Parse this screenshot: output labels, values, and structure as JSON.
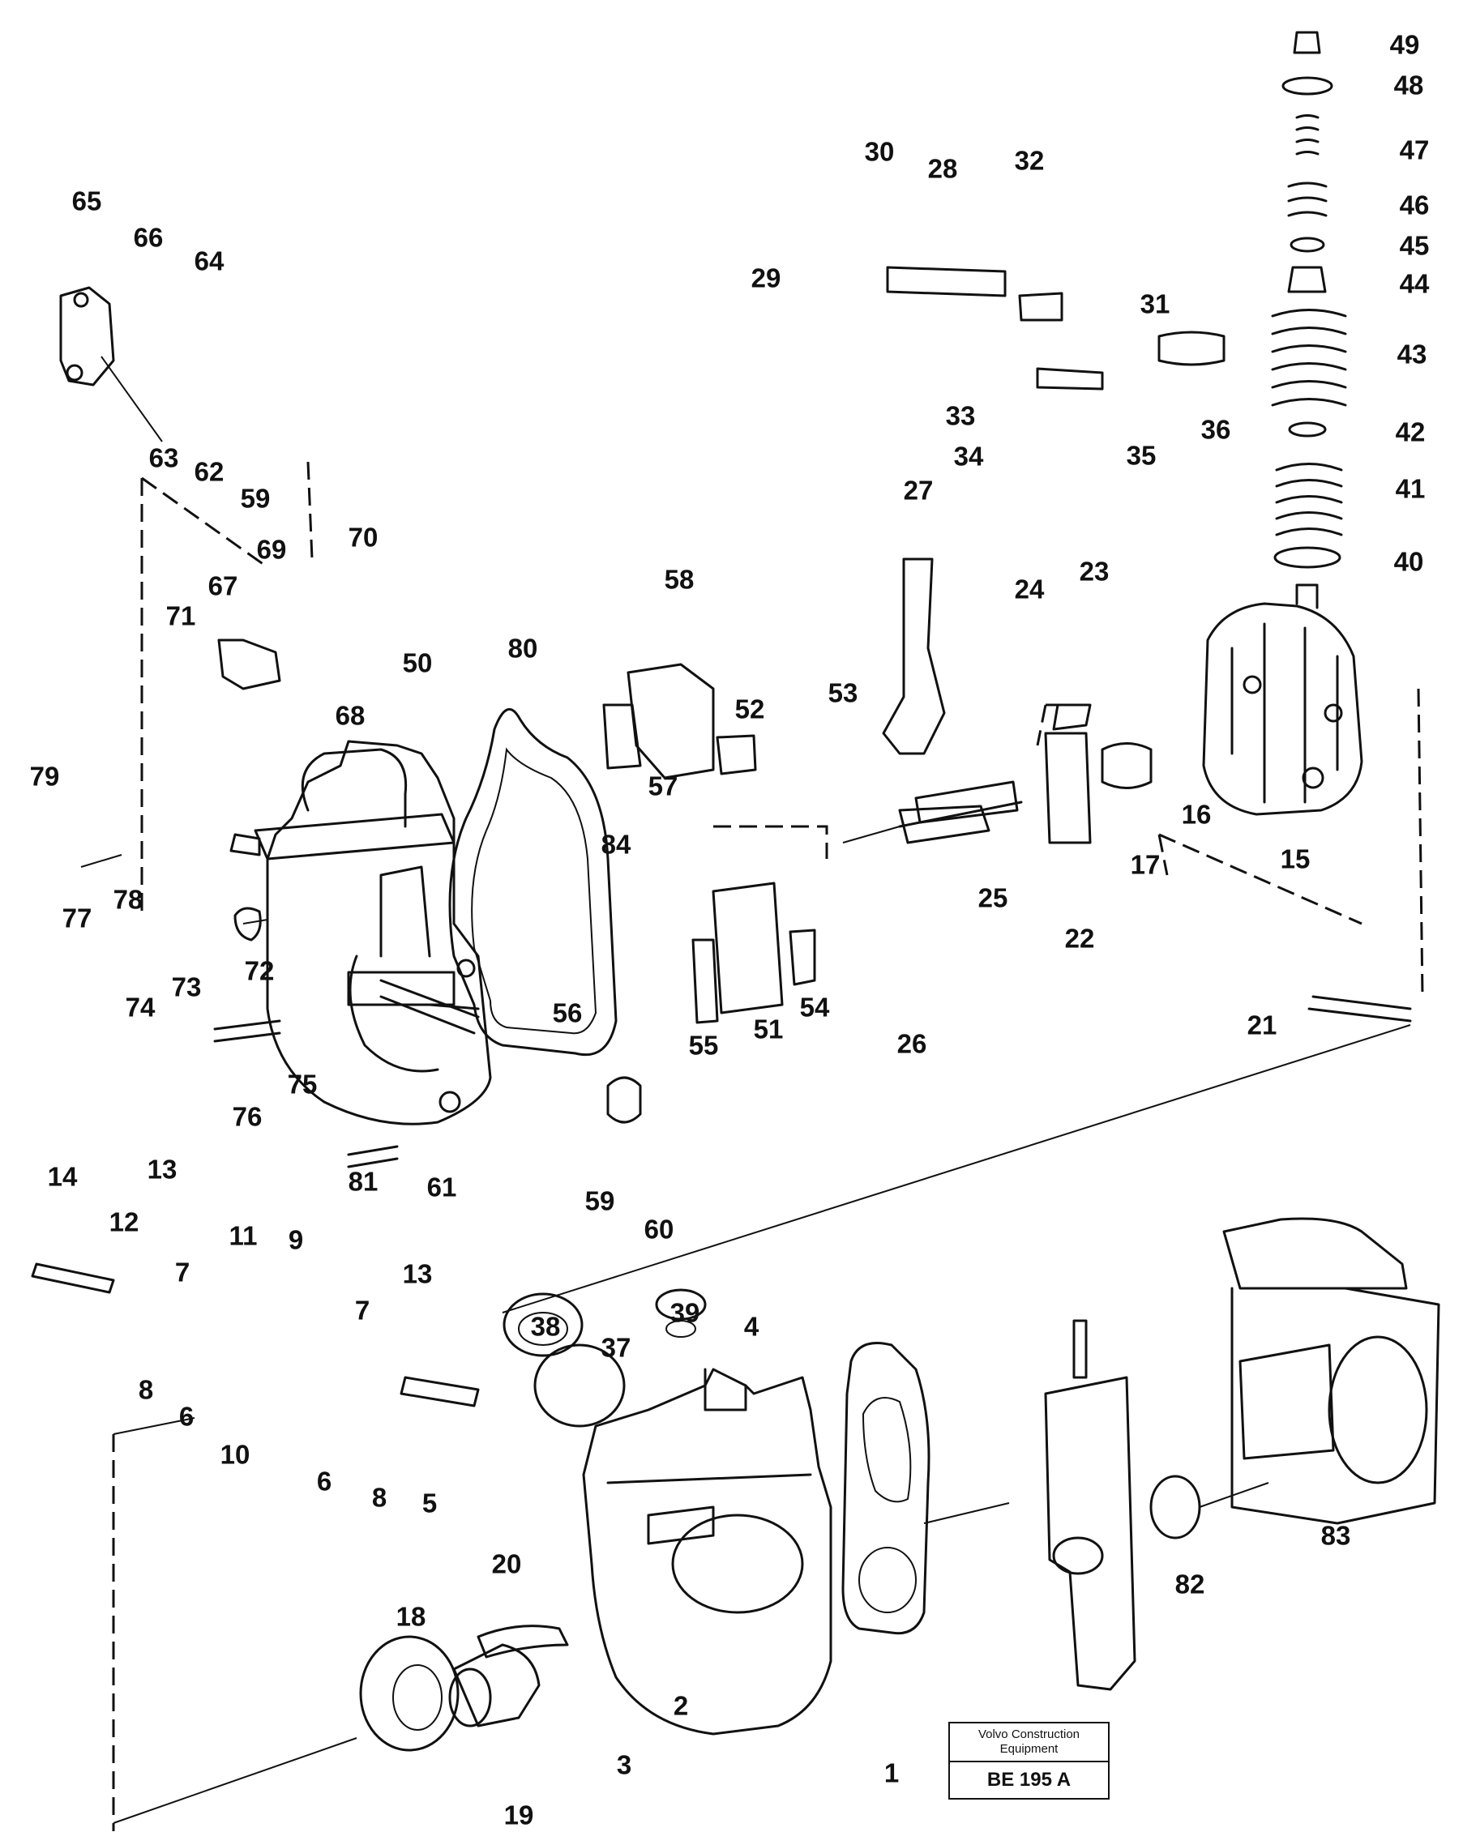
{
  "diagram": {
    "labels": [
      {
        "id": "1",
        "text": "1"
      },
      {
        "id": "2",
        "text": "2"
      },
      {
        "id": "3",
        "text": "3"
      },
      {
        "id": "4",
        "text": "4"
      },
      {
        "id": "5",
        "text": "5"
      },
      {
        "id": "6a",
        "text": "6"
      },
      {
        "id": "6b",
        "text": "6"
      },
      {
        "id": "7a",
        "text": "7"
      },
      {
        "id": "7b",
        "text": "7"
      },
      {
        "id": "8a",
        "text": "8"
      },
      {
        "id": "8b",
        "text": "8"
      },
      {
        "id": "9",
        "text": "9"
      },
      {
        "id": "10",
        "text": "10"
      },
      {
        "id": "11",
        "text": "11"
      },
      {
        "id": "12",
        "text": "12"
      },
      {
        "id": "13a",
        "text": "13"
      },
      {
        "id": "13b",
        "text": "13"
      },
      {
        "id": "14",
        "text": "14"
      },
      {
        "id": "15",
        "text": "15"
      },
      {
        "id": "16",
        "text": "16"
      },
      {
        "id": "17",
        "text": "17"
      },
      {
        "id": "18",
        "text": "18"
      },
      {
        "id": "19",
        "text": "19"
      },
      {
        "id": "20",
        "text": "20"
      },
      {
        "id": "21",
        "text": "21"
      },
      {
        "id": "22",
        "text": "22"
      },
      {
        "id": "23",
        "text": "23"
      },
      {
        "id": "24",
        "text": "24"
      },
      {
        "id": "25",
        "text": "25"
      },
      {
        "id": "26",
        "text": "26"
      },
      {
        "id": "27",
        "text": "27"
      },
      {
        "id": "28",
        "text": "28"
      },
      {
        "id": "29",
        "text": "29"
      },
      {
        "id": "30",
        "text": "30"
      },
      {
        "id": "31",
        "text": "31"
      },
      {
        "id": "32",
        "text": "32"
      },
      {
        "id": "33",
        "text": "33"
      },
      {
        "id": "34",
        "text": "34"
      },
      {
        "id": "35",
        "text": "35"
      },
      {
        "id": "36",
        "text": "36"
      },
      {
        "id": "37",
        "text": "37"
      },
      {
        "id": "38",
        "text": "38"
      },
      {
        "id": "39",
        "text": "39"
      },
      {
        "id": "40",
        "text": "40"
      },
      {
        "id": "41",
        "text": "41"
      },
      {
        "id": "42",
        "text": "42"
      },
      {
        "id": "43",
        "text": "43"
      },
      {
        "id": "44",
        "text": "44"
      },
      {
        "id": "45",
        "text": "45"
      },
      {
        "id": "46",
        "text": "46"
      },
      {
        "id": "47",
        "text": "47"
      },
      {
        "id": "48",
        "text": "48"
      },
      {
        "id": "49",
        "text": "49"
      },
      {
        "id": "50",
        "text": "50"
      },
      {
        "id": "51",
        "text": "51"
      },
      {
        "id": "52",
        "text": "52"
      },
      {
        "id": "53",
        "text": "53"
      },
      {
        "id": "54",
        "text": "54"
      },
      {
        "id": "55",
        "text": "55"
      },
      {
        "id": "56",
        "text": "56"
      },
      {
        "id": "57",
        "text": "57"
      },
      {
        "id": "58",
        "text": "58"
      },
      {
        "id": "59a",
        "text": "59"
      },
      {
        "id": "59b",
        "text": "59"
      },
      {
        "id": "60",
        "text": "60"
      },
      {
        "id": "61",
        "text": "61"
      },
      {
        "id": "62",
        "text": "62"
      },
      {
        "id": "63",
        "text": "63"
      },
      {
        "id": "64",
        "text": "64"
      },
      {
        "id": "65",
        "text": "65"
      },
      {
        "id": "66",
        "text": "66"
      },
      {
        "id": "67",
        "text": "67"
      },
      {
        "id": "68",
        "text": "68"
      },
      {
        "id": "69",
        "text": "69"
      },
      {
        "id": "70",
        "text": "70"
      },
      {
        "id": "71",
        "text": "71"
      },
      {
        "id": "72",
        "text": "72"
      },
      {
        "id": "73",
        "text": "73"
      },
      {
        "id": "74",
        "text": "74"
      },
      {
        "id": "75",
        "text": "75"
      },
      {
        "id": "76",
        "text": "76"
      },
      {
        "id": "77",
        "text": "77"
      },
      {
        "id": "78",
        "text": "78"
      },
      {
        "id": "79",
        "text": "79"
      },
      {
        "id": "80",
        "text": "80"
      },
      {
        "id": "81",
        "text": "81"
      },
      {
        "id": "82",
        "text": "82"
      },
      {
        "id": "83",
        "text": "83"
      },
      {
        "id": "84",
        "text": "84"
      }
    ]
  },
  "title_block": {
    "company_line1": "Volvo Construction",
    "company_line2": "Equipment",
    "drawing_code": "BE 195 A"
  }
}
